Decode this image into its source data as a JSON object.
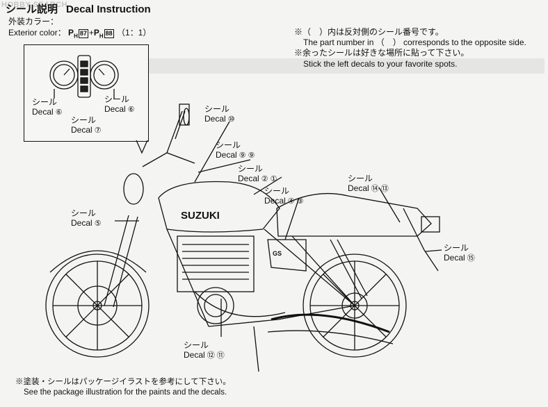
{
  "logo_text": "HOBBY SEARCH",
  "header": {
    "title_jp": "シール説明",
    "title_en": "Decal Instruction"
  },
  "exterior": {
    "label_jp": "外装カラー：",
    "label_en": "Exterior color：",
    "code1_prefix": "P",
    "code1_sub": "H",
    "code1_num": "87",
    "plus": "+",
    "code2_prefix": "P",
    "code2_sub": "H",
    "code2_num": "88",
    "ratio": "（1：1）"
  },
  "notes": [
    "※（　）内は反対側のシール番号です。",
    "The part number in （　） corresponds to the opposite side.",
    "※余ったシールは好きな場所に貼って下さい。",
    "Stick the left decals to your favorite spots."
  ],
  "decals": [
    {
      "jp": "シール",
      "en": "Decal",
      "num": "⑥"
    },
    {
      "jp": "シール",
      "en": "Decal",
      "num": "⑦"
    },
    {
      "jp": "シール",
      "en": "Decal",
      "num": "⑥"
    },
    {
      "jp": "シール",
      "en": "Decal",
      "num": "⑩"
    },
    {
      "jp": "シール",
      "en": "Decal",
      "num": "⑨ ⑨"
    },
    {
      "jp": "シール",
      "en": "Decal",
      "num": "② ①"
    },
    {
      "jp": "シール",
      "en": "Decal",
      "num": "④ ③"
    },
    {
      "jp": "シール",
      "en": "Decal",
      "num": "⑭ ⑬"
    },
    {
      "jp": "シール",
      "en": "Decal",
      "num": "⑤"
    },
    {
      "jp": "シール",
      "en": "Decal",
      "num": "⑮"
    },
    {
      "jp": "シール",
      "en": "Decal",
      "num": "⑫ ⑪"
    }
  ],
  "tank_brand": "SUZUKI",
  "side_badge": "GS",
  "footer": {
    "jp": "※塗装・シールはパッケージイラストを参考にして下さい。",
    "en": "See the package illustration for the paints and the decals."
  }
}
